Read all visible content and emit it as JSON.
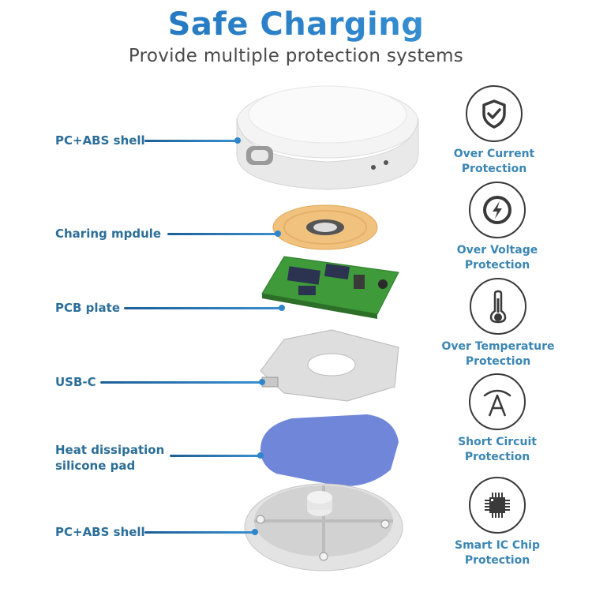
{
  "header": {
    "title": "Safe Charging",
    "subtitle": "Provide multiple protection systems"
  },
  "components": [
    {
      "label": "PC+ABS shell"
    },
    {
      "label": "Charing mpdule"
    },
    {
      "label": "PCB plate"
    },
    {
      "label": "USB-C"
    },
    {
      "label_line1": "Heat dissipation",
      "label_line2": "silicone pad"
    },
    {
      "label": "PC+ABS shell"
    }
  ],
  "features": [
    {
      "icon": "shield-check-icon",
      "line1": "Over Current",
      "line2": "Protection"
    },
    {
      "icon": "lightning-bolt-icon",
      "line1": "Over Voltage",
      "line2": "Protection"
    },
    {
      "icon": "thermometer-icon",
      "line1": "Over Temperature",
      "line2": "Protection"
    },
    {
      "icon": "ampere-arc-icon",
      "line1": "Short Circuit",
      "line2": "Protection"
    },
    {
      "icon": "ic-chip-icon",
      "line1": "Smart IC Chip",
      "line2": "Protection"
    }
  ],
  "colors": {
    "title_blue": "#2f7fc4",
    "label_blue": "#2b6e98",
    "feature_text_blue": "#3a86b4",
    "icon_stroke": "#3a3a3a",
    "silicone_pad": "#6f86d9",
    "pcb_green": "#3f9a3a"
  }
}
